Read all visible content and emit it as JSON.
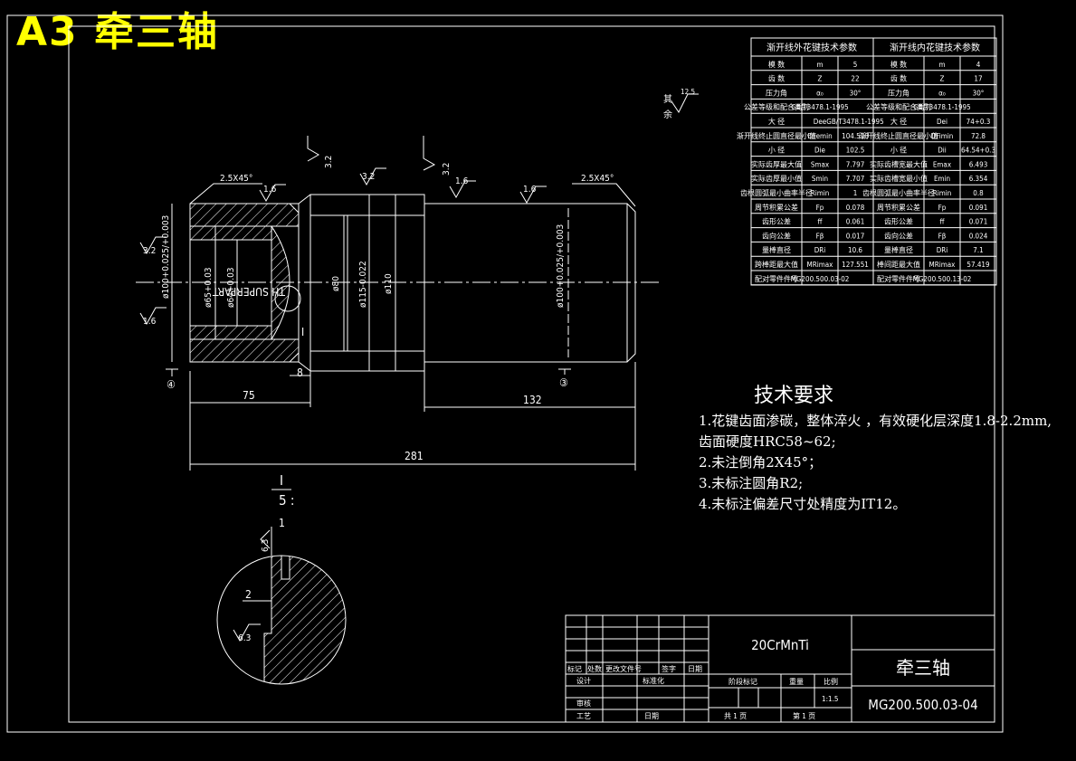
{
  "page_title": "A3  牵三轴",
  "spline_table": {
    "headers": [
      "渐开线外花键技术参数",
      "渐开线内花键技术参数"
    ],
    "rows": [
      [
        "模 数",
        "m",
        "5",
        "模 数",
        "m",
        "4"
      ],
      [
        "齿 数",
        "Z",
        "22",
        "齿 数",
        "Z",
        "17"
      ],
      [
        "压力角",
        "α₀",
        "30°",
        "压力角",
        "α₀",
        "30°"
      ],
      [
        "公差等级和配合类别",
        "GB/T3478.1-1995",
        "",
        "公差等级和配合类别",
        "GB/T3478.1-1995",
        ""
      ],
      [
        "大 径",
        "Dee",
        "GB/T3478.1-1995",
        "大 径",
        "Dei",
        "74+0.3"
      ],
      [
        "渐开线终止圆直径最小值",
        "DFemin",
        "104.518",
        "渐开线终止圆直径最小值",
        "DFimin",
        "72.8"
      ],
      [
        "小 径",
        "Die",
        "102.5",
        "小 径",
        "Dii",
        "64.54+0.3"
      ],
      [
        "实际齿厚最大值",
        "Smax",
        "7.797",
        "实际齿槽宽最大值",
        "Emax",
        "6.493"
      ],
      [
        "实际齿厚最小值",
        "Smin",
        "7.707",
        "实际齿槽宽最小值",
        "Emin",
        "6.354"
      ],
      [
        "齿根圆弧最小曲率半径",
        "Rimin",
        "1",
        "齿根圆弧最小曲率半径",
        "Rimin",
        "0.8"
      ],
      [
        "周节积累公差",
        "Fp",
        "0.078",
        "周节积累公差",
        "Fp",
        "0.091"
      ],
      [
        "齿形公差",
        "ff",
        "0.061",
        "齿形公差",
        "ff",
        "0.071"
      ],
      [
        "齿向公差",
        "Fβ",
        "0.017",
        "齿向公差",
        "Fβ",
        "0.024"
      ],
      [
        "量棒直径",
        "DRi",
        "10.6",
        "量棒直径",
        "DRi",
        "7.1"
      ],
      [
        "跨棒距最大值",
        "MRimax",
        "127.551",
        "棒间距最大值",
        "MRimax",
        "57.419"
      ],
      [
        "配对零件件号",
        "MG200.500.03-02",
        "",
        "配对零件件号",
        "MG200.500.13-02",
        ""
      ]
    ]
  },
  "other_finish": {
    "text1": "其",
    "text2": "余",
    "value": "12.5"
  },
  "dims": {
    "cham_left": "2.5X45°",
    "cham_right": "2.5X45°",
    "ra_16_a": "1.6",
    "ra_16_b": "1.6",
    "ra_16_c": "1.6",
    "ra_16_d": "1.6",
    "ra_32_a": "3.2",
    "ra_32_b": "3.2",
    "ra_32_c": "3.2",
    "ra_32_d": "3.2",
    "ra_63_a": "6.3",
    "ra_63_b": "6.3",
    "d_left_outer": "ø100+0.025/+0.003",
    "d_left_in1": "ø65+0.03",
    "d_left_in2": "ø64+0.03",
    "d_80": "ø80",
    "d_115": "ø115-0.022",
    "d_110": "ø110",
    "d_right": "ø100+0.025/+0.003",
    "len_75": "75",
    "len_8": "8",
    "len_132": "132",
    "len_281": "281",
    "datum_a": "④",
    "datum_b": "③",
    "section_mark": "I",
    "detail_label": "I",
    "detail_scale": "5 :",
    "detail_2": "2",
    "detail_1": "1",
    "upside_text": "TH SUPERPART"
  },
  "requirements": {
    "title": "技术要求",
    "items": [
      "1.花键齿面渗碳，整体淬火 ，有效硬化层深度1.8-2.2mm,",
      "齿面硬度HRC58~62;",
      "2.未注倒角2X45°；",
      "3.未标注圆角R2;",
      "4.未标注偏差尺寸处精度为IT12。"
    ]
  },
  "title_block": {
    "material": "20CrMnTi",
    "part_name": "牵三轴",
    "drawing_no": "MG200.500.03-04",
    "row_labels": [
      "标记",
      "处数",
      "更改文件号",
      "签字",
      "日期"
    ],
    "design": "设计",
    "standard": "标准化",
    "check": "审核",
    "process": "工艺",
    "date": "日期",
    "stage": "阶段标记",
    "weight": "重量",
    "scale_label": "比例",
    "scale": "1:1.5",
    "sheets_total": "共 1 页",
    "sheet_no": "第 1 页"
  }
}
